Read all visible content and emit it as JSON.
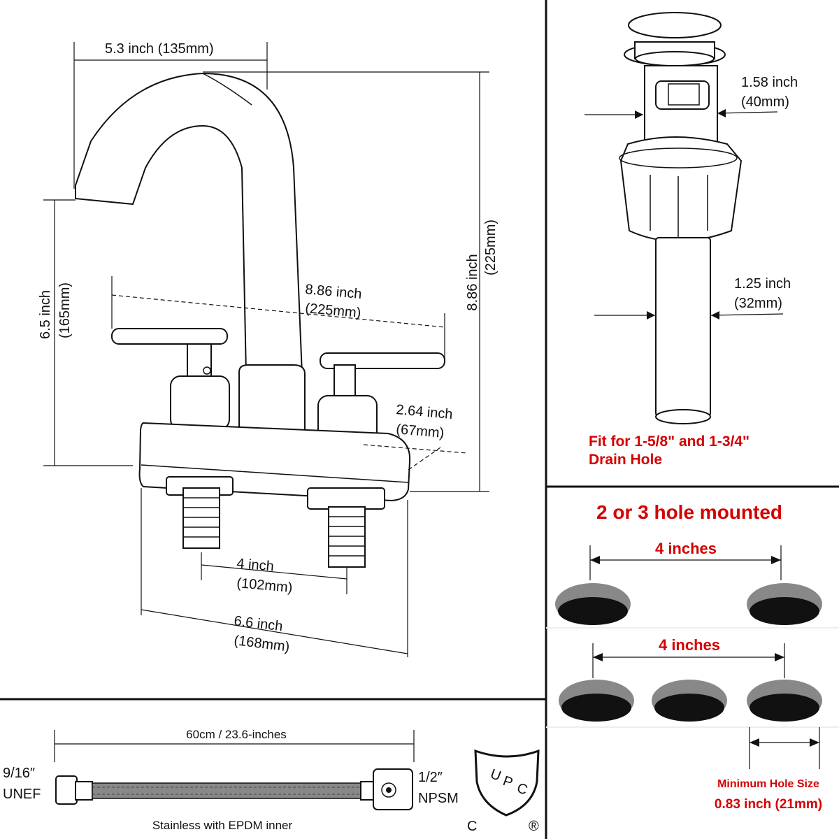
{
  "faucet": {
    "spout_reach": "5.3 inch (135mm)",
    "height_a": "8.86 inch",
    "height_b": "(225mm)",
    "spout_height_a": "6.5 inch",
    "spout_height_b": "(165mm)",
    "handle_span_a": "8.86 inch",
    "handle_span_b": "(225mm)",
    "base_depth_a": "2.64 inch",
    "base_depth_b": "(67mm)",
    "center_a": "4 inch",
    "center_b": "(102mm)",
    "base_width_a": "6.6 inch",
    "base_width_b": "(168mm)"
  },
  "drain": {
    "top_dia_a": "1.58 inch",
    "top_dia_b": "(40mm)",
    "pipe_dia_a": "1.25 inch",
    "pipe_dia_b": "(32mm)",
    "fit_line1": "Fit for 1-5/8\" and 1-3/4\"",
    "fit_line2": "Drain Hole"
  },
  "holes": {
    "title": "2 or 3 hole mounted",
    "spacing_two": "4 inches",
    "spacing_three": "4 inches",
    "min_label": "Minimum Hole Size",
    "min_value": "0.83 inch (21mm)"
  },
  "hose": {
    "length": "60cm / 23.6-inches",
    "left_a": "9/16″",
    "left_b": "UNEF",
    "right_a": "1/2″",
    "right_b": "NPSM",
    "material": "Stainless with EPDM inner"
  },
  "cert": {
    "u": "U",
    "p": "P",
    "c": "C",
    "c_mark": "C",
    "r_mark": "®"
  },
  "colors": {
    "accent": "#d40000",
    "line": "#111111",
    "hole_fill": "#111111",
    "hole_rim": "#888888"
  }
}
